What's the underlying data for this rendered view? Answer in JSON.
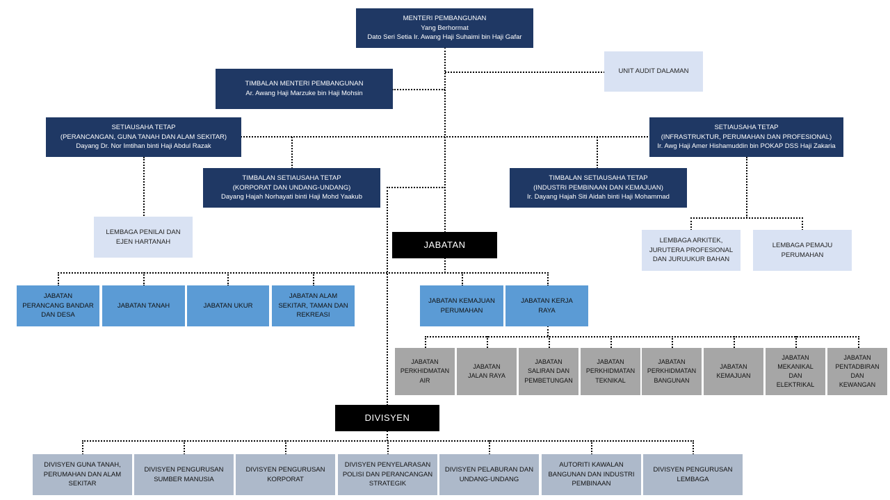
{
  "menteri": {
    "title": "MENTERI PEMBANGUNAN",
    "honorific": "Yang Berhormat",
    "name": "Dato Seri Setia Ir. Awang Haji Suhaimi bin Haji Gafar"
  },
  "timbalan_menteri": {
    "title": "TIMBALAN MENTERI PEMBANGUNAN",
    "name": "Ar. Awang Haji Marzuke bin Haji Mohsin"
  },
  "unit_audit": {
    "label": "UNIT AUDIT DALAMAN"
  },
  "setiausaha_kiri": {
    "title": "SETIAUSAHA TETAP",
    "scope": "(PERANCANGAN, GUNA TANAH DAN ALAM SEKITAR)",
    "name": "Dayang Dr. Nor Imtihan binti Haji Abdul Razak"
  },
  "setiausaha_kanan": {
    "title": "SETIAUSAHA TETAP",
    "scope": "(INFRASTRUKTUR, PERUMAHAN DAN PROFESIONAL)",
    "name": "Ir. Awg Haji Amer Hishamuddin bin POKAP DSS Haji Zakaria"
  },
  "timbalan_kiri": {
    "title": "TIMBALAN SETIAUSAHA TETAP",
    "scope": "(KORPORAT DAN UNDANG-UNDANG)",
    "name": "Dayang Hajah Norhayati binti Haji Mohd Yaakub"
  },
  "timbalan_kanan": {
    "title": "TIMBALAN SETIAUSAHA TETAP",
    "scope": "(INDUSTRI PEMBINAAN DAN KEMAJUAN)",
    "name": "Ir. Dayang Hajah Siti Aidah binti Haji Mohammad"
  },
  "lembaga_penilai": {
    "line1": "LEMBAGA PENILAI DAN",
    "line2": "EJEN HARTANAH"
  },
  "lembaga_arkitek": {
    "line1": "LEMBAGA ARKITEK,",
    "line2": "JURUTERA PROFESIONAL",
    "line3": "DAN JURUUKUR BAHAN"
  },
  "lembaga_pemaju": {
    "line1": "LEMBAGA PEMAJU",
    "line2": "PERUMAHAN"
  },
  "jabatan_header": "JABATAN",
  "divisyen_header": "DIVISYEN",
  "jabatan": [
    {
      "lines": [
        "JABATAN",
        "PERANCANG BANDAR",
        "DAN DESA"
      ]
    },
    {
      "lines": [
        "JABATAN TANAH"
      ]
    },
    {
      "lines": [
        "JABATAN UKUR"
      ]
    },
    {
      "lines": [
        "JABATAN ALAM",
        "SEKITAR, TAMAN DAN",
        "REKREASI"
      ]
    },
    {
      "lines": [
        "JABATAN KEMAJUAN",
        "PERUMAHAN"
      ]
    },
    {
      "lines": [
        "JABATAN KERJA",
        "RAYA"
      ]
    }
  ],
  "jkr": [
    {
      "lines": [
        "JABATAN",
        "PERKHIDMATAN",
        "AIR"
      ]
    },
    {
      "lines": [
        "JABATAN",
        "JALAN RAYA"
      ]
    },
    {
      "lines": [
        "JABATAN",
        "SALIRAN DAN",
        "PEMBETUNGAN"
      ]
    },
    {
      "lines": [
        "JABATAN",
        "PERKHIDMATAN",
        "TEKNIKAL"
      ]
    },
    {
      "lines": [
        "JABATAN",
        "PERKHIDMATAN",
        "BANGUNAN"
      ]
    },
    {
      "lines": [
        "JABATAN",
        "KEMAJUAN"
      ]
    },
    {
      "lines": [
        "JABATAN",
        "MEKANIKAL",
        "DAN",
        "ELEKTRIKAL"
      ]
    },
    {
      "lines": [
        "JABATAN",
        "PENTADBIRAN",
        "DAN",
        "KEWANGAN"
      ]
    }
  ],
  "divisyen": [
    {
      "lines": [
        "DIVISYEN GUNA TANAH,",
        "PERUMAHAN DAN ALAM",
        "SEKITAR"
      ]
    },
    {
      "lines": [
        "DIVISYEN PENGURUSAN",
        "SUMBER MANUSIA"
      ]
    },
    {
      "lines": [
        "DIVISYEN PENGURUSAN",
        "KORPORAT"
      ]
    },
    {
      "lines": [
        "DIVISYEN PENYELARASAN",
        "POLISI DAN PERANCANGAN",
        "STRATEGIK"
      ]
    },
    {
      "lines": [
        "DIVISYEN PELABURAN DAN",
        "UNDANG-UNDANG"
      ]
    },
    {
      "lines": [
        "AUTORITI KAWALAN",
        "BANGUNAN DAN INDUSTRI",
        "PEMBINAAN"
      ]
    },
    {
      "lines": [
        "DIVISYEN PENGURUSAN",
        "LEMBAGA"
      ]
    }
  ]
}
